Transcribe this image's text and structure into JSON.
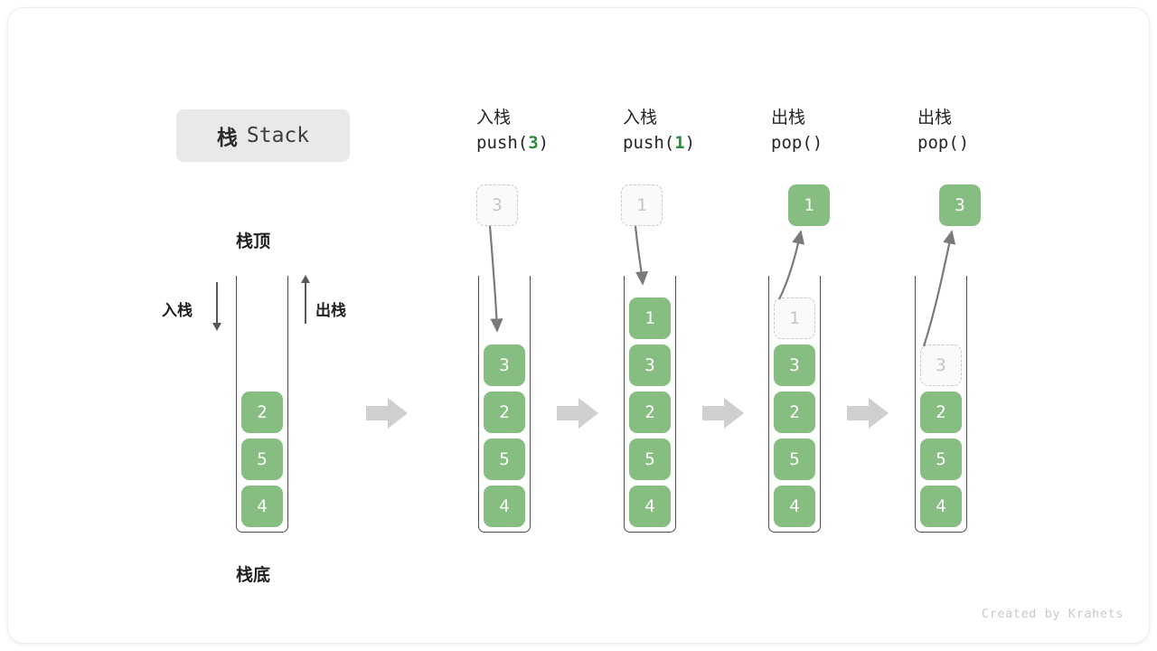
{
  "title": {
    "cn": "栈",
    "en": "Stack"
  },
  "labels": {
    "top": "栈顶",
    "bottom": "栈底",
    "push_side": "入栈",
    "pop_side": "出栈"
  },
  "watermark": "Created by Krahets",
  "colors": {
    "element": "#86bd80",
    "element_text": "#ffffff",
    "ghost_fill": "#fafafa",
    "ghost_border": "#c9c9c9",
    "ghost_text": "#c6c6c6",
    "tube_border": "#4d4d4d",
    "separator": "#cfcfcf",
    "arrow": "#7a7a7a",
    "accent_arg": "#2e8b3d",
    "badge_bg": "#e9e9e9"
  },
  "columns": [
    {
      "id": "initial",
      "header_cn": "",
      "header_code": "",
      "stack": [
        "2",
        "5",
        "4"
      ],
      "detached": null,
      "ghost": null
    },
    {
      "id": "push-3",
      "header_cn": "入栈",
      "header_code_prefix": "push(",
      "header_code_arg": "3",
      "header_code_suffix": ")",
      "stack": [
        "3",
        "2",
        "5",
        "4"
      ],
      "detached": {
        "value": "3",
        "style": "ghost"
      },
      "ghost": null
    },
    {
      "id": "push-1",
      "header_cn": "入栈",
      "header_code_prefix": "push(",
      "header_code_arg": "1",
      "header_code_suffix": ")",
      "stack": [
        "1",
        "3",
        "2",
        "5",
        "4"
      ],
      "detached": {
        "value": "1",
        "style": "ghost"
      },
      "ghost": null
    },
    {
      "id": "pop-1",
      "header_cn": "出栈",
      "header_code_prefix": "pop(",
      "header_code_arg": "",
      "header_code_suffix": ")",
      "stack": [
        "3",
        "2",
        "5",
        "4"
      ],
      "detached": {
        "value": "1",
        "style": "solid"
      },
      "ghost": {
        "value": "1",
        "slot": 0
      }
    },
    {
      "id": "pop-3",
      "header_cn": "出栈",
      "header_code_prefix": "pop(",
      "header_code_arg": "",
      "header_code_suffix": ")",
      "stack": [
        "2",
        "5",
        "4"
      ],
      "detached": {
        "value": "3",
        "style": "solid"
      },
      "ghost": {
        "value": "3",
        "slot": 1
      }
    }
  ]
}
